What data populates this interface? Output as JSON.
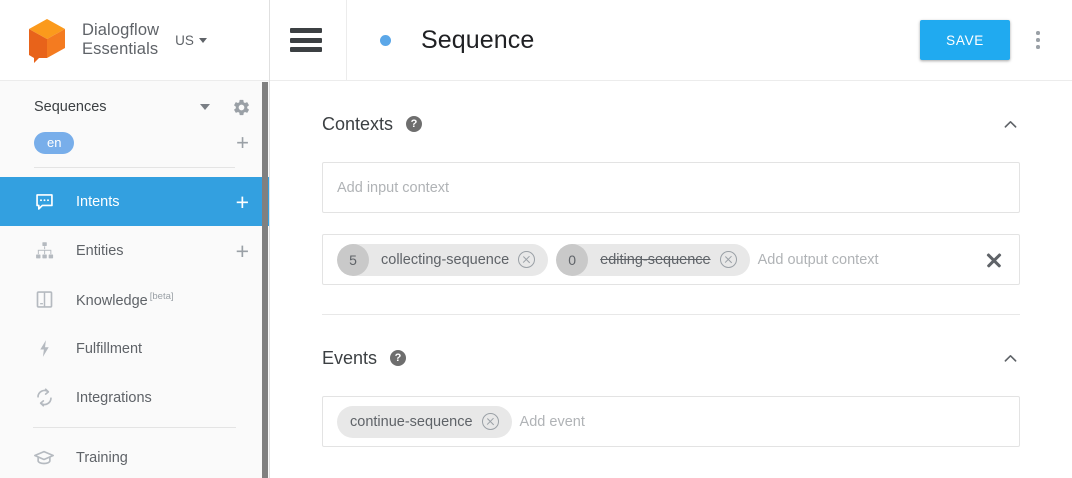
{
  "brand": {
    "logo_icon": "dialogflow-cube-logo",
    "name_line1": "Dialogflow",
    "name_line2": "Essentials",
    "region": "US"
  },
  "sidebar": {
    "agent": {
      "name": "Sequences",
      "settings_icon": "gear-icon",
      "caret_icon": "chevron-down-icon"
    },
    "language": {
      "chip": "en",
      "add_icon": "plus-icon"
    },
    "items": [
      {
        "label": "Intents",
        "icon": "chat-bubble-icon",
        "active": true,
        "has_plus": true
      },
      {
        "label": "Entities",
        "icon": "hierarchy-icon",
        "active": false,
        "has_plus": true
      },
      {
        "label": "Knowledge",
        "badge": "[beta]",
        "icon": "book-icon",
        "active": false,
        "has_plus": false
      },
      {
        "label": "Fulfillment",
        "icon": "lightning-bolt-icon",
        "active": false,
        "has_plus": false
      },
      {
        "label": "Integrations",
        "icon": "sync-arrows-icon",
        "active": false,
        "has_plus": false
      },
      {
        "label": "Training",
        "icon": "graduation-cap-icon",
        "active": false,
        "has_plus": false
      }
    ]
  },
  "topbar": {
    "menu_icon": "hamburger-menu-icon",
    "status_dot": "blue-status-dot",
    "title": "Sequence",
    "save_label": "SAVE",
    "more_icon": "kebab-menu-icon"
  },
  "contexts": {
    "title": "Contexts",
    "help_icon": "help-circle-icon",
    "collapse_icon": "chevron-up-icon",
    "input_placeholder": "Add input context",
    "output_placeholder": "Add output context",
    "output_chips": [
      {
        "lifespan": "5",
        "name": "collecting-sequence",
        "struck": false
      },
      {
        "lifespan": "0",
        "name": "editing-sequence",
        "struck": true
      }
    ],
    "clear_icon": "close-x-icon"
  },
  "events": {
    "title": "Events",
    "help_icon": "help-circle-icon",
    "collapse_icon": "chevron-up-icon",
    "placeholder": "Add event",
    "chips": [
      {
        "name": "continue-sequence"
      }
    ]
  },
  "colors": {
    "accent_blue": "#20aaf0",
    "nav_active_blue": "#33a0e0",
    "lang_chip_blue": "#78aeea",
    "status_dot_blue": "#5ba7e8",
    "logo_orange": "#f58220",
    "logo_orange_dark": "#e8631a"
  }
}
